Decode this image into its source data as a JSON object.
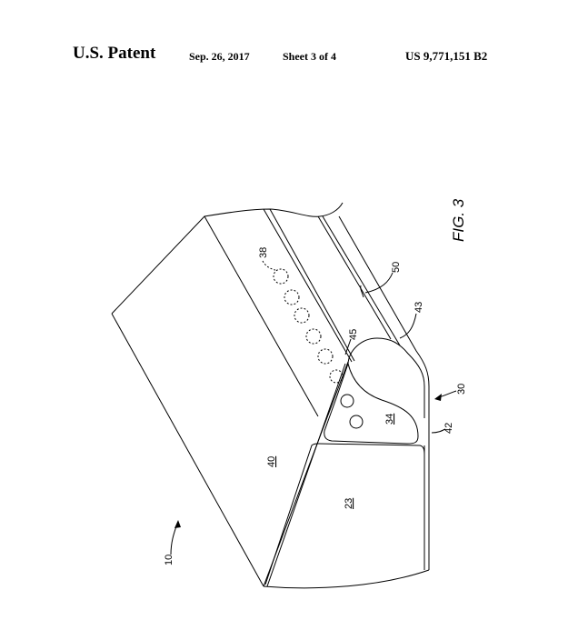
{
  "header": {
    "title": "U.S. Patent",
    "date": "Sep. 26, 2017",
    "sheet": "Sheet 3 of 4",
    "patent_number": "US 9,771,151 B2"
  },
  "figure": {
    "caption": "FIG. 3",
    "labels": {
      "l10": "10",
      "l23": "23",
      "l30": "30",
      "l34": "34",
      "l38": "38",
      "l40": "40",
      "l42": "42",
      "l43": "43",
      "l45": "45",
      "l50": "50"
    }
  }
}
